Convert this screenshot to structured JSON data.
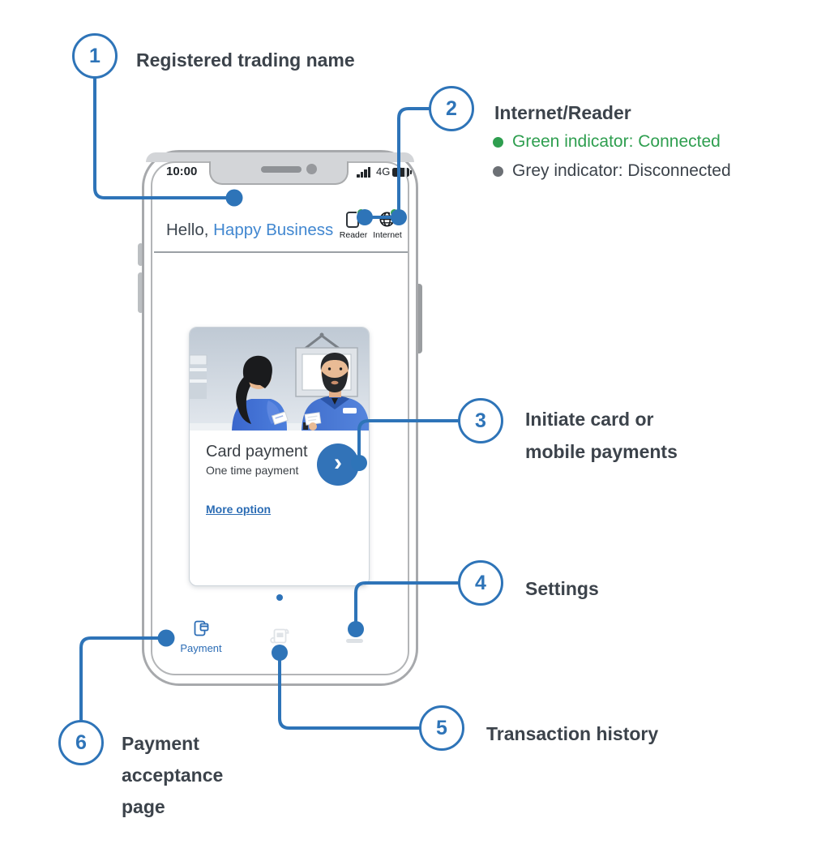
{
  "colors": {
    "accent_blue": "#2e74b8",
    "heading_text": "#3c434b",
    "connected_green": "#2e9e4f",
    "disconnected_grey": "#6c7075",
    "trading_name_blue": "#4187d0",
    "link_blue": "#2b6cb4",
    "arrow_button_blue": "#3273b8"
  },
  "callouts": {
    "c1": {
      "number": "1",
      "label": "Registered trading name"
    },
    "c2": {
      "number": "2",
      "label": "Internet/Reader",
      "legend": {
        "connected": "Green indicator: Connected",
        "disconnected": "Grey indicator: Disconnected"
      }
    },
    "c3": {
      "number": "3",
      "lines": [
        "Initiate card or",
        "mobile payments"
      ]
    },
    "c4": {
      "number": "4",
      "label": "Settings"
    },
    "c5": {
      "number": "5",
      "label": "Transaction history"
    },
    "c6": {
      "number": "6",
      "lines": [
        "Payment",
        "acceptance",
        "page"
      ]
    }
  },
  "phone": {
    "status": {
      "time": "10:00",
      "network": "4G"
    },
    "header": {
      "greeting": "Hello,",
      "trading_name": "Happy Business",
      "reader_label": "Reader",
      "internet_label": "Internet"
    },
    "card": {
      "title": "Card payment",
      "subtitle": "One time payment",
      "link": "More option",
      "arrow_glyph": "›"
    },
    "nav": {
      "payment_label": "Payment"
    }
  }
}
